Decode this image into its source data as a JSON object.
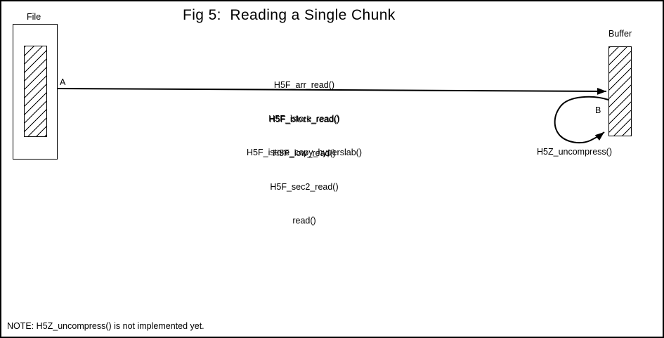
{
  "title": "Fig 5:  Reading a Single Chunk",
  "file": {
    "label": "File"
  },
  "buffer": {
    "label": "Buffer"
  },
  "arrow_a": {
    "label": "A",
    "call_stack": [
      "H5F_arr_read()",
      "H5F_istore_read()",
      "H5F_istore_copy_hyperslab()",
      "H5F_block_read()",
      "H5F_low_read()",
      "H5F_sec2_read()",
      "read()"
    ]
  },
  "arrow_b": {
    "label": "B",
    "function_label": "H5Z_uncompress()"
  },
  "note": "NOTE: H5Z_uncompress() is not implemented yet.",
  "colors": {
    "ink": "#000000",
    "background": "#ffffff"
  }
}
